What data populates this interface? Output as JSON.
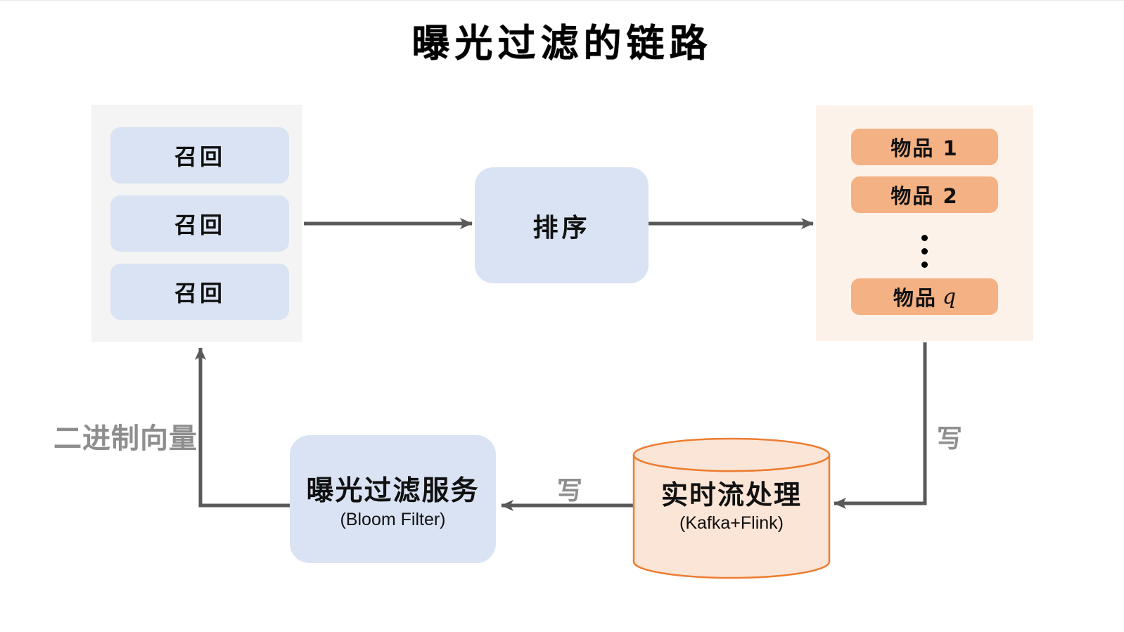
{
  "diagram": {
    "title": "曝光过滤的链路",
    "recall_panel": {
      "boxes": [
        "召回",
        "召回",
        "召回"
      ]
    },
    "ranking_box": {
      "label": "排序"
    },
    "items_panel": {
      "box_1": "物品 1",
      "box_2": "物品 2",
      "ellipsis": "⋮",
      "box_q_prefix": "物品",
      "box_q_var": "q"
    },
    "filter_service": {
      "title": "曝光过滤服务",
      "subtitle": "(Bloom Filter)"
    },
    "stream_processing": {
      "title": "实时流处理",
      "subtitle": "(Kafka+Flink)"
    },
    "edge_labels": {
      "write_items_to_stream": "写",
      "write_stream_to_filter": "写",
      "binary_vector": "二进制向量"
    }
  },
  "colors": {
    "blue_box": "#dae3f3",
    "gray_panel": "#f4f4f4",
    "orange_box": "#f4b183",
    "orange_panel": "#fdf2ea",
    "cylinder_fill": "#fbe5d6",
    "cylinder_stroke": "#ed7d31",
    "arrow": "#595959",
    "edge_label": "#8e8e8e",
    "text": "#111111"
  }
}
